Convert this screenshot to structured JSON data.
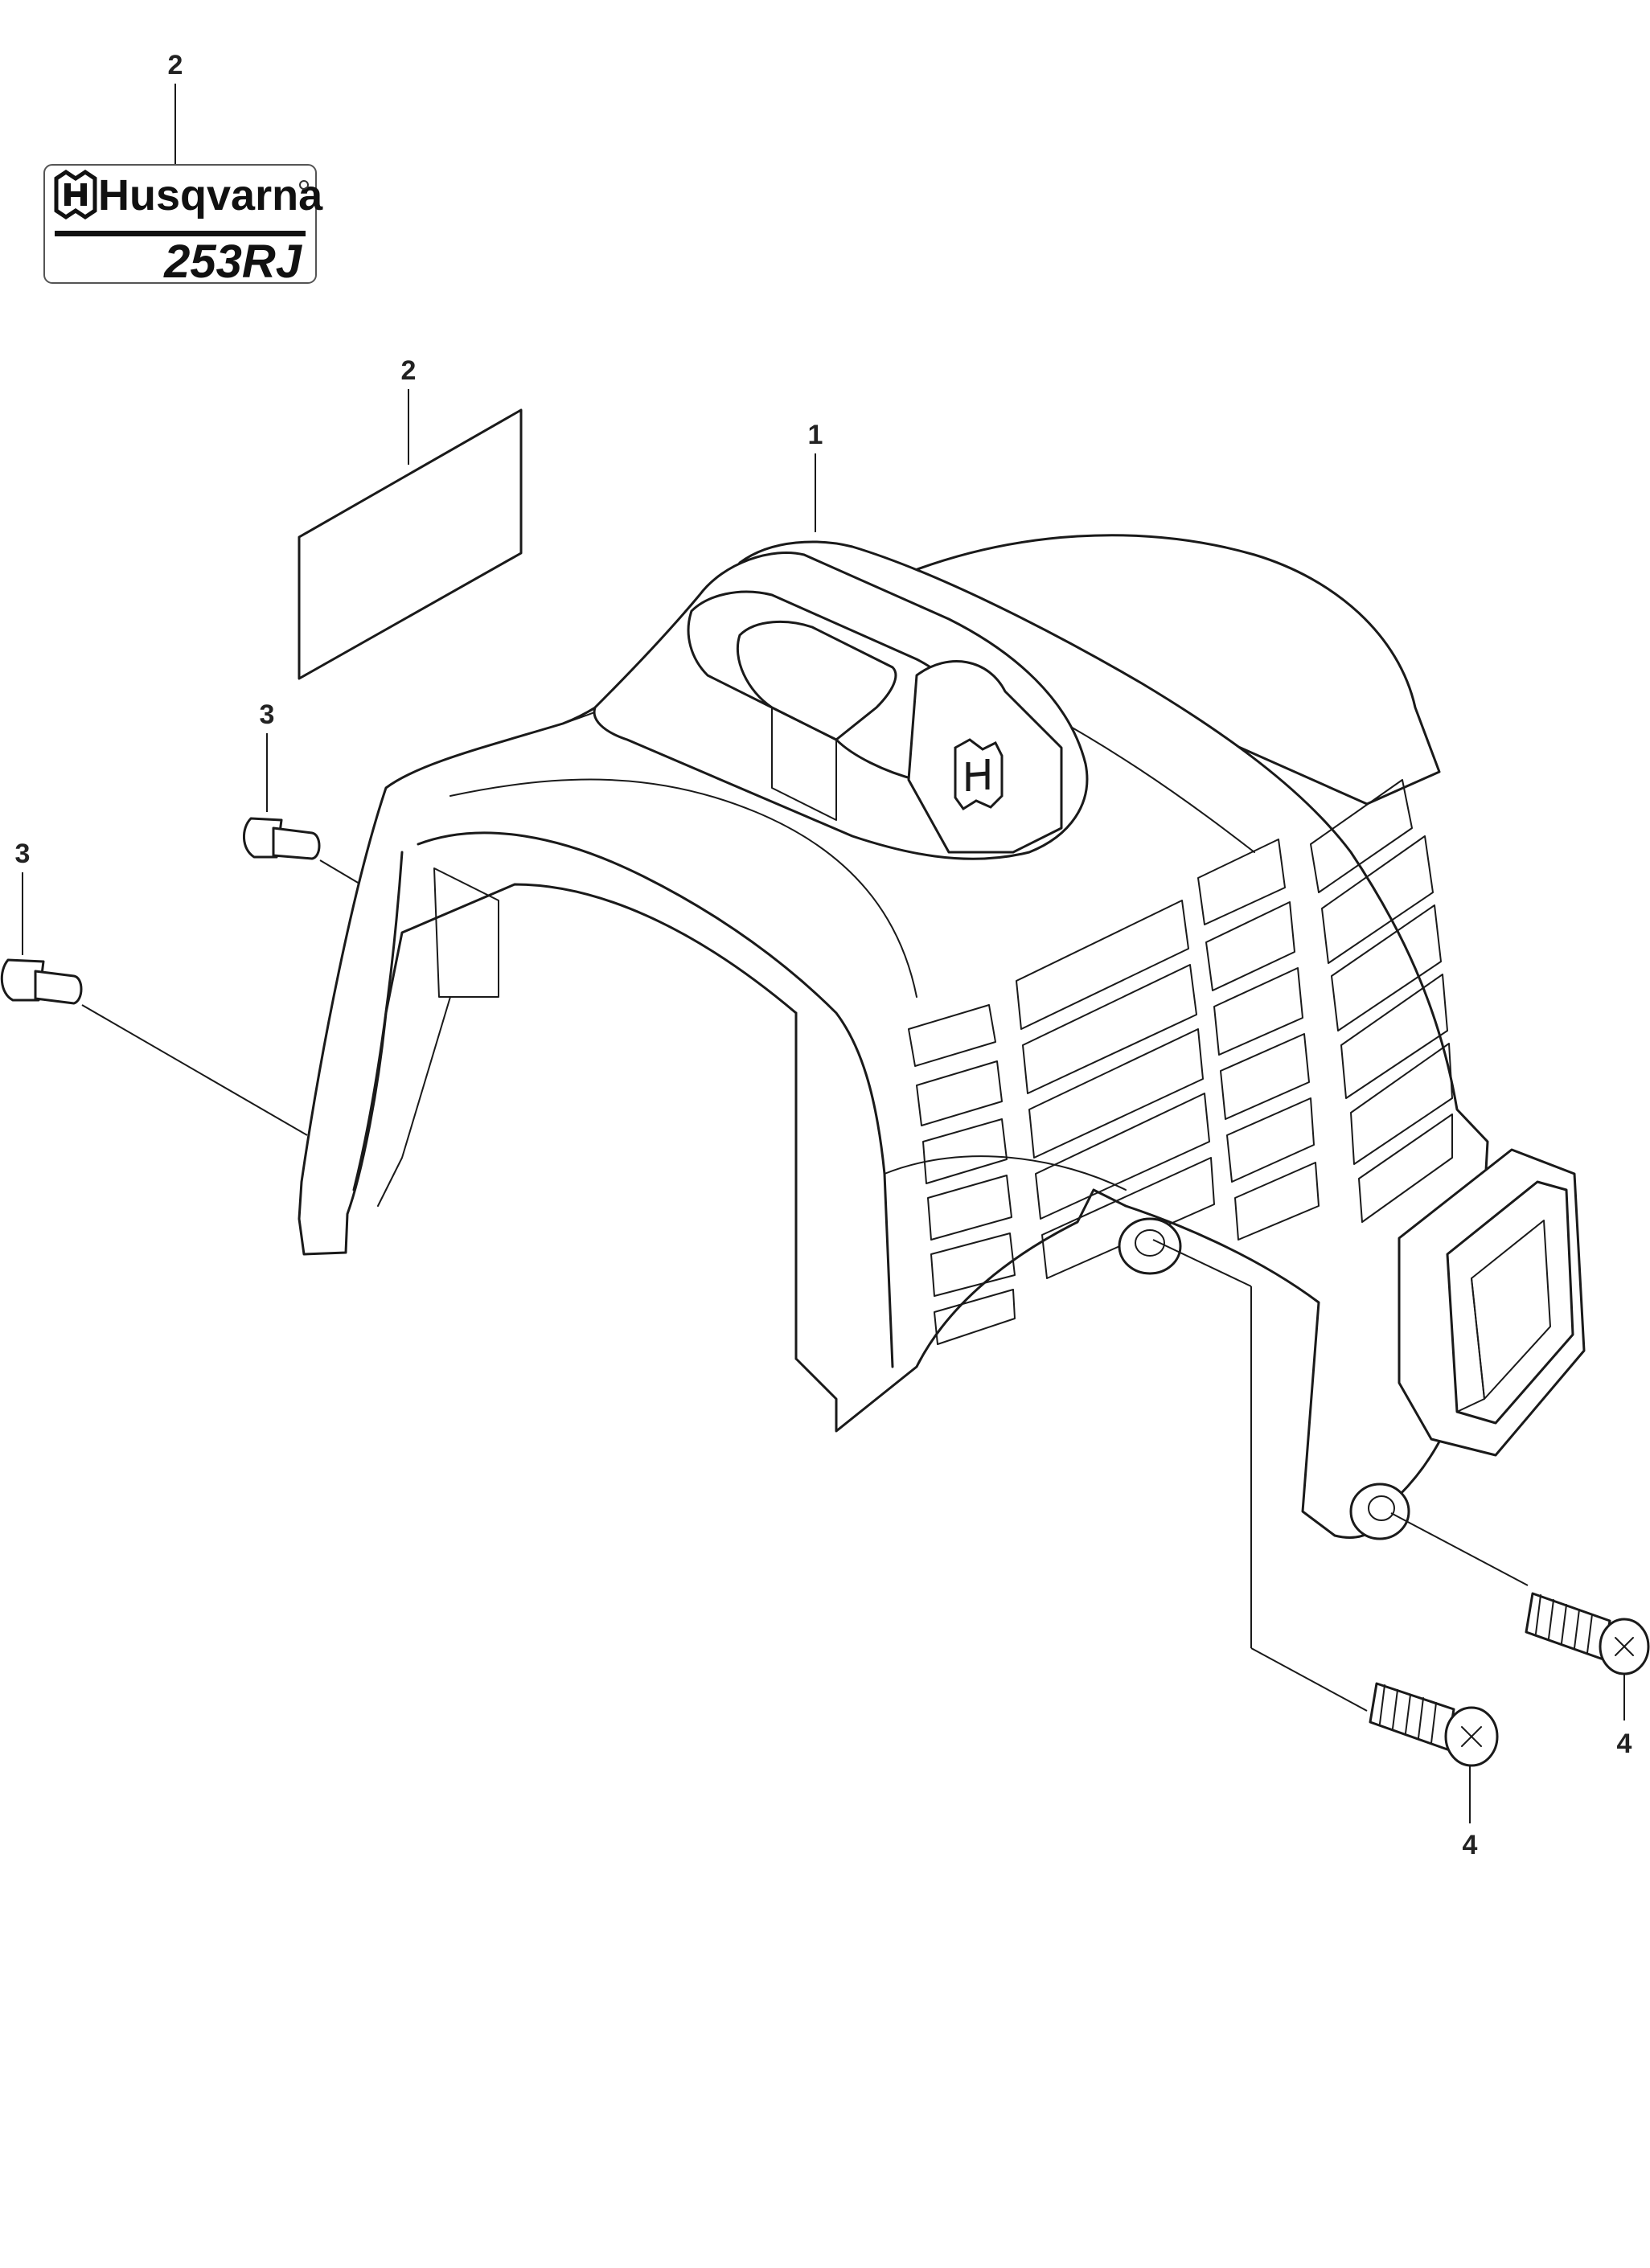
{
  "callouts": {
    "label_top": "2",
    "decal_sheet": "2",
    "cover": "1",
    "bolt_upper": "3",
    "bolt_left": "3",
    "screw_center": "4",
    "screw_right": "4"
  },
  "decal": {
    "brand": "Husqvarna",
    "model": "253RJ"
  },
  "colors": {
    "ink": "#1a1a1a",
    "background": "#ffffff"
  }
}
